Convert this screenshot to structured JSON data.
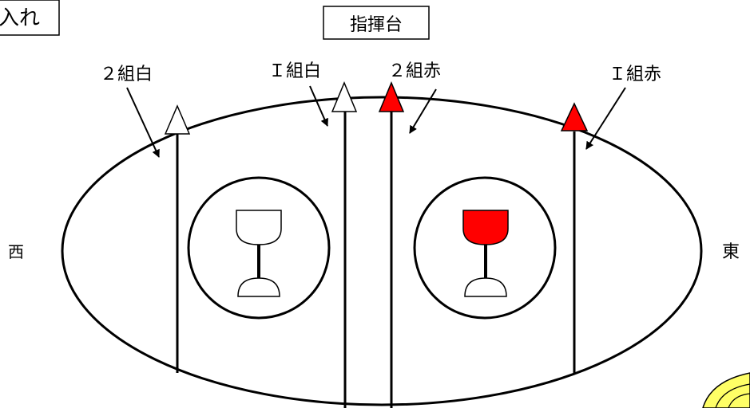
{
  "header": {
    "corner_label": "入れ",
    "stage_label": "指揮台"
  },
  "teams": {
    "class2_white": "２組白",
    "class1_white": "Ｉ組白",
    "class2_red": "２組赤",
    "class1_red": "Ｉ組赤"
  },
  "directions": {
    "west": "西",
    "east": "東"
  },
  "colors": {
    "red_team": "#ff0000",
    "white_team": "#ffffff",
    "line": "#000000",
    "decoration": "#ffff66"
  },
  "icons": {
    "white_goal": "goblet-icon",
    "red_goal": "goblet-icon",
    "team_marker": "triangle-flag-icon"
  }
}
